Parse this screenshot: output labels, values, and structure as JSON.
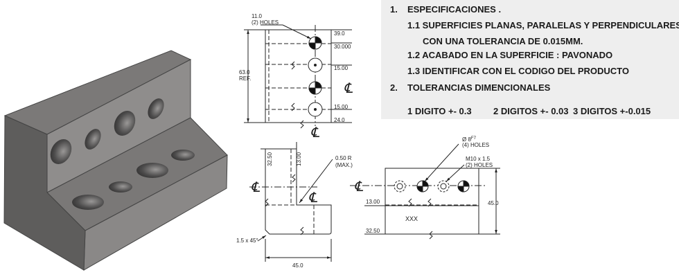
{
  "specs": {
    "h1_num": "1.",
    "h1": "ESPECIFICACIONES .",
    "s1_1": "1.1 SUPERFICIES PLANAS, PARALELAS Y PERPENDICULARES",
    "s1_1b": "CON UNA TOLERANCIA DE 0.015MM.",
    "s1_2": "1.2 ACABADO EN LA SUPERFICIE : PAVONADO",
    "s1_3": "1.3 IDENTIFICAR CON EL CODIGO DEL PRODUCTO",
    "h2_num": "2.",
    "h2": "TOLERANCIAS DIMENCIONALES",
    "tol1": "1 DIGITO +- 0.3",
    "tol2": "2 DIGITOS +- 0.03",
    "tol3": "3 DIGITOS +-0.015"
  },
  "top_view": {
    "holes_note_1": "11.0",
    "holes_note_2": "(2) HOLES",
    "height_1": "63.0",
    "height_2": "REF.",
    "dims": [
      "39.0",
      "30.000",
      "15.00",
      "15.00",
      "24.0"
    ],
    "centerline": "℄"
  },
  "side_view": {
    "dim_left": "32.50",
    "dim_right": "13.00",
    "radius_1": "0.50 R",
    "radius_2": "(MAX.)",
    "chamfer": "1.5 x 45°",
    "width": "45.0",
    "centerline": "℄"
  },
  "front_view": {
    "dowel_1": "Ø 8",
    "dowel_sup": "F7",
    "dowel_2": "(4) HOLES",
    "thread_1": "M10 x 1.5",
    "thread_2": "(2) HOLES",
    "dim_13": "13.00",
    "dim_32": "32.50",
    "dim_45": "45.0",
    "marking": "XXX",
    "centerline": "℄"
  },
  "colors": {
    "block_top": "#797776",
    "block_front": "#8e8c8b",
    "block_side": "#616060",
    "spec_panel": "#eeeeee"
  }
}
